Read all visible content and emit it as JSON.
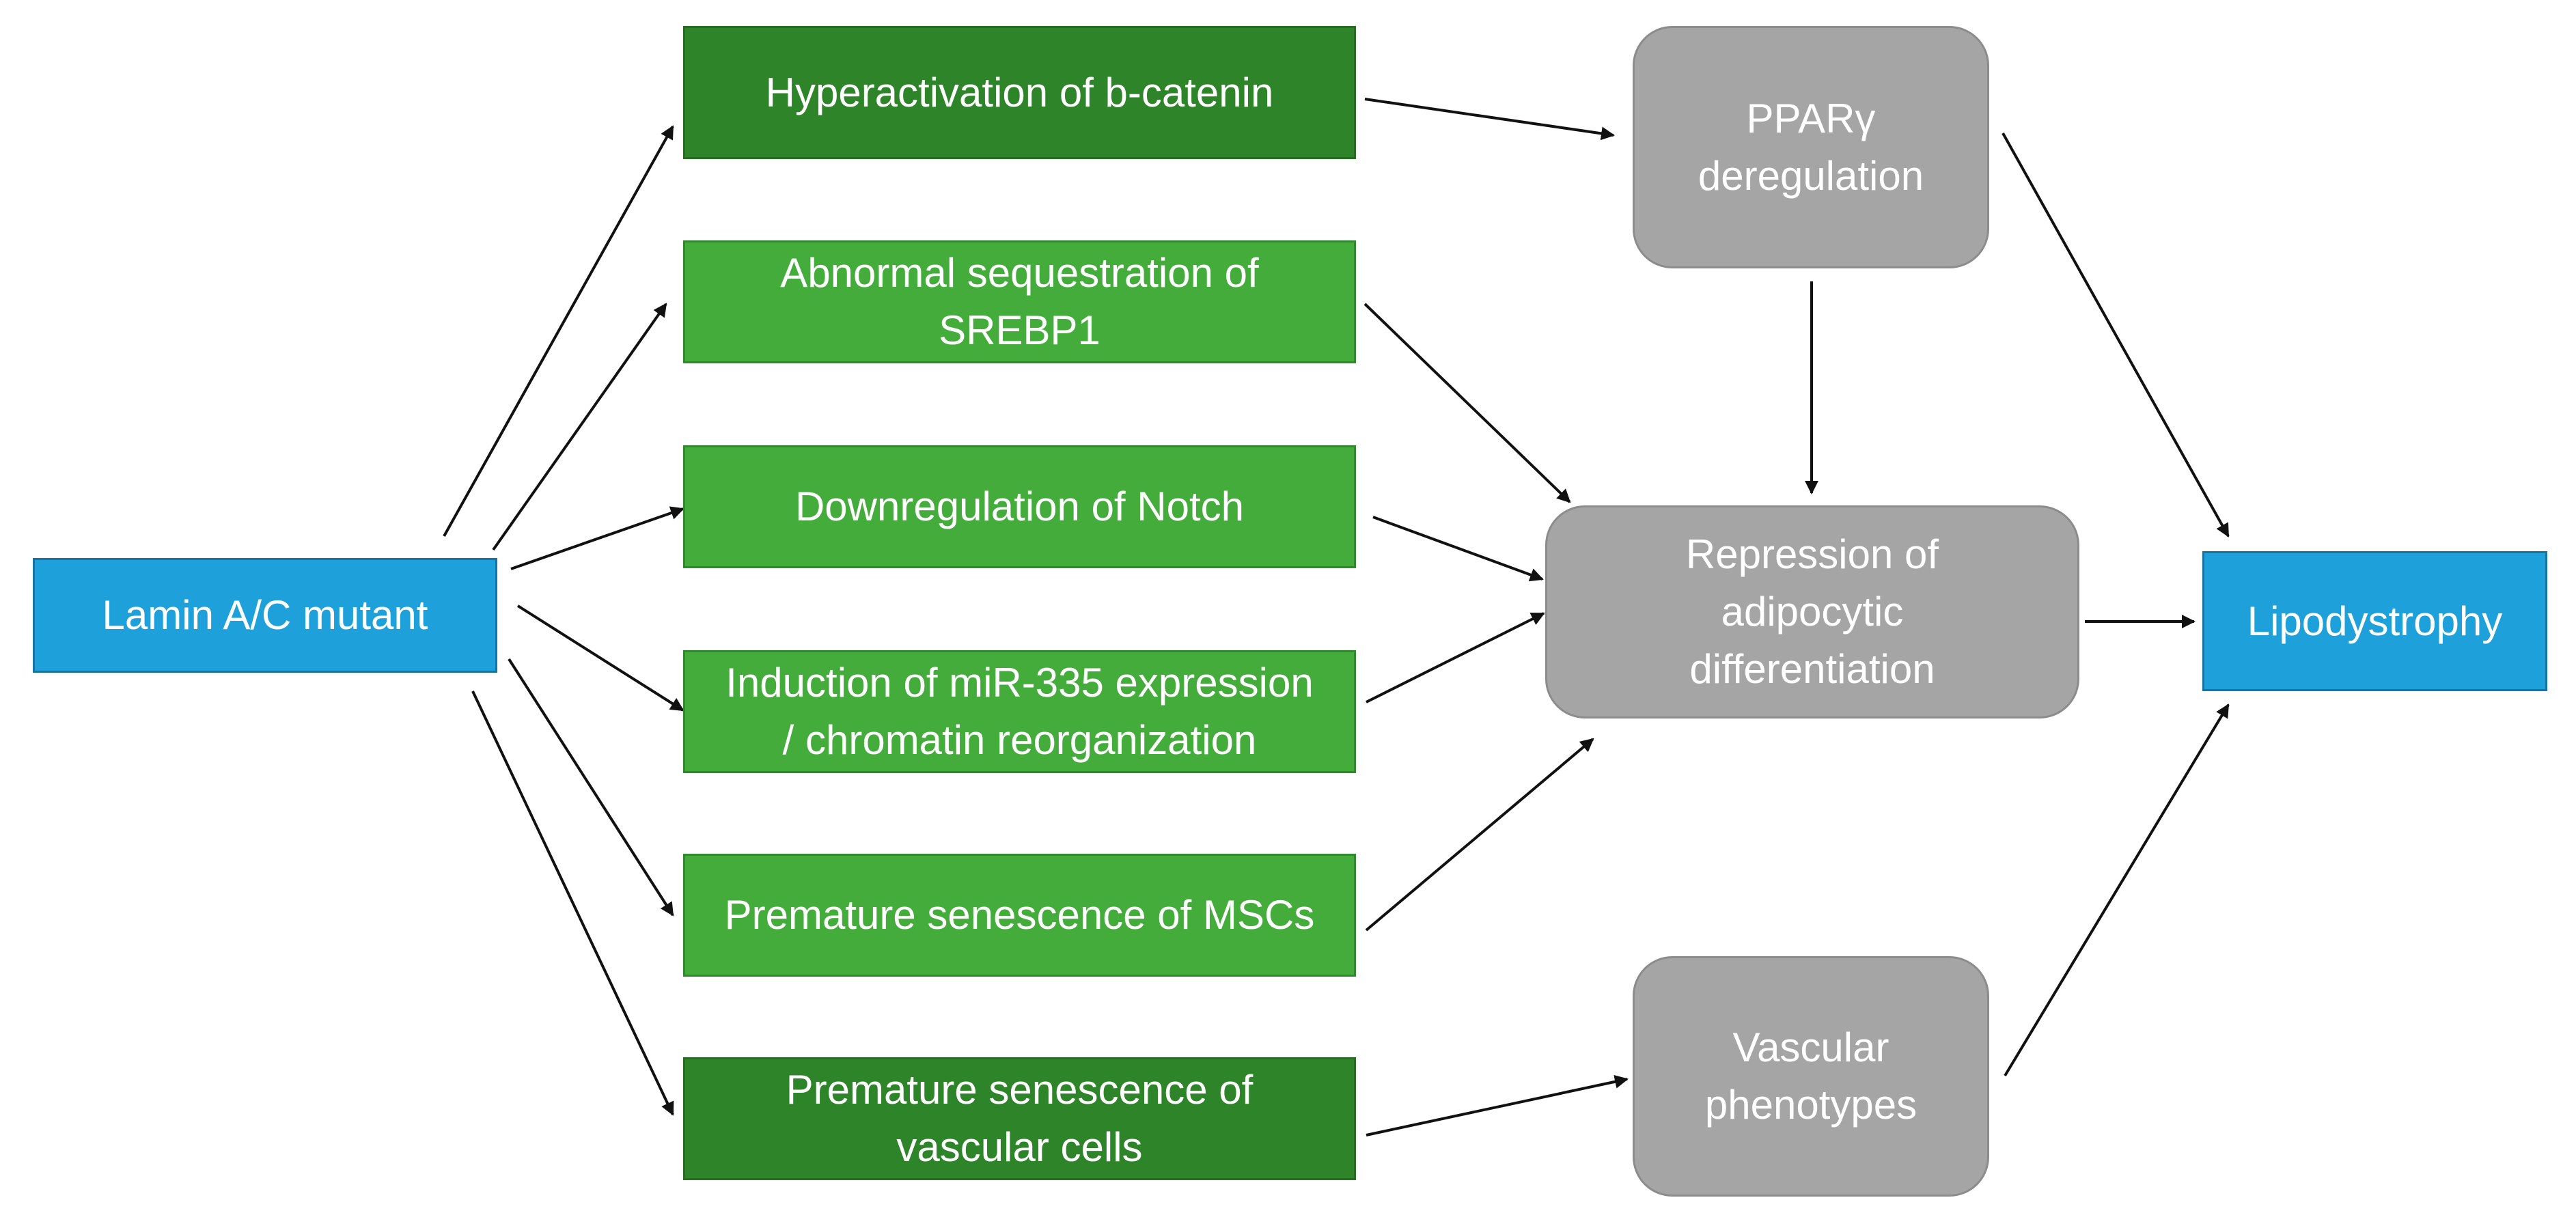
{
  "diagram": {
    "nodes": {
      "lamin": "Lamin A/C mutant",
      "bcatenin": "Hyperactivation of b-catenin",
      "srebp1": "Abnormal sequestration of\nSREBP1",
      "notch": "Downregulation of Notch",
      "mir335": "Induction of miR-335 expression\n/ chromatin reorganization",
      "msc": "Premature senescence of MSCs",
      "vascular_cells": "Premature senescence of\nvascular cells",
      "ppar": "PPARγ\nderegulation",
      "repression": "Repression of\nadipocytic\ndifferentiation",
      "vascular_pheno": "Vascular\nphenotypes",
      "lipo": "Lipodystrophy"
    },
    "colors": {
      "blue": "#1ea0db",
      "green_dark": "#2e8428",
      "green": "#43ac3b",
      "gray": "#a5a5a5",
      "arrow": "#111111"
    },
    "edges": [
      [
        "lamin",
        "bcatenin"
      ],
      [
        "lamin",
        "srebp1"
      ],
      [
        "lamin",
        "notch"
      ],
      [
        "lamin",
        "mir335"
      ],
      [
        "lamin",
        "msc"
      ],
      [
        "lamin",
        "vascular_cells"
      ],
      [
        "bcatenin",
        "ppar"
      ],
      [
        "srebp1",
        "repression"
      ],
      [
        "notch",
        "repression"
      ],
      [
        "mir335",
        "repression"
      ],
      [
        "msc",
        "repression"
      ],
      [
        "vascular_cells",
        "vascular_pheno"
      ],
      [
        "ppar",
        "repression"
      ],
      [
        "ppar",
        "lipo"
      ],
      [
        "repression",
        "lipo"
      ],
      [
        "vascular_pheno",
        "lipo"
      ]
    ]
  }
}
